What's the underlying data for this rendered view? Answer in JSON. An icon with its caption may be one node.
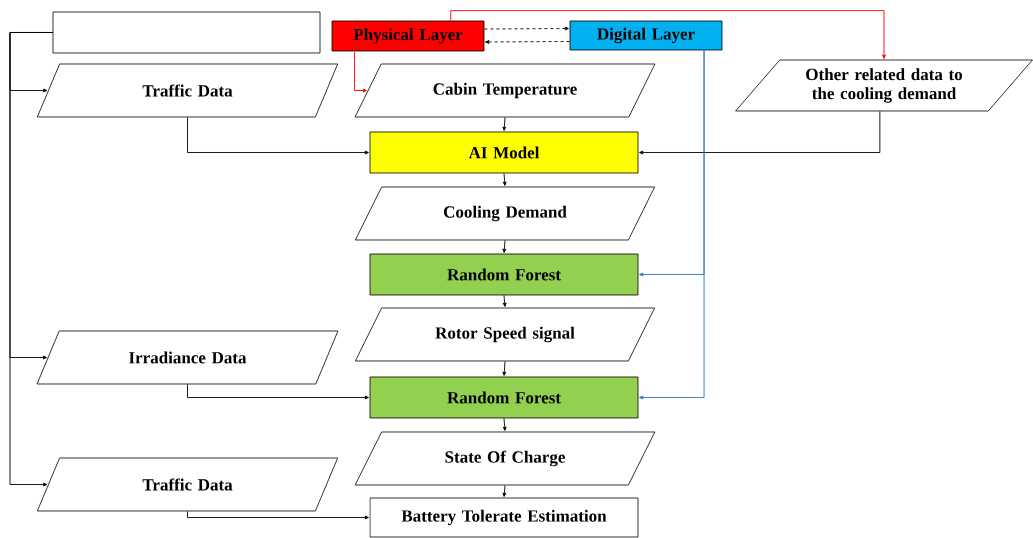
{
  "diagram": {
    "nodes": [
      {
        "text": [],
        "shape": "box"
      },
      {
        "text": [
          "Physical Layer"
        ]
      },
      {
        "text": [
          "Digital Layer"
        ]
      },
      {
        "text": [
          "Traffic Data"
        ]
      },
      {
        "text": [
          "Cabin Temperature"
        ]
      },
      {
        "text": [
          "Other related data to the cooling demand"
        ]
      },
      {
        "text": [
          "AI Model"
        ]
      },
      {
        "text": [
          "Cooling Demand"
        ]
      },
      {
        "text": [
          "Random Forest"
        ]
      },
      {
        "text": [
          "Rotor Speed signal"
        ]
      },
      {
        "text": [
          "Irradiance Data"
        ]
      },
      {
        "text": [
          "Random Forest"
        ]
      },
      {
        "text": [
          "State Of Charge"
        ]
      },
      {
        "text": [
          "Traffic Data"
        ]
      },
      {
        "text": [
          "Battery Tolerate Estimation"
        ]
      }
    ],
    "edges": [
      {
        "from": 0,
        "to": 3,
        "arrow": "to"
      },
      {
        "from": 0,
        "to": 10,
        "arrow": "to"
      },
      {
        "from": 0,
        "to": 13,
        "arrow": "to"
      },
      {
        "from": 1,
        "to": 2,
        "arrow": "to",
        "style": "dashed"
      },
      {
        "from": 2,
        "to": 1,
        "arrow": "to",
        "style": "dashed"
      },
      {
        "from": 1,
        "to": 4,
        "arrow": "to",
        "color": "#ff0000"
      },
      {
        "from": 1,
        "to": 5,
        "arrow": "to",
        "color": "#ff0000"
      },
      {
        "from": 4,
        "to": 6,
        "arrow": "to"
      },
      {
        "from": 3,
        "to": 6,
        "arrow": "to"
      },
      {
        "from": 5,
        "to": 6,
        "arrow": "to"
      },
      {
        "from": 6,
        "to": 7,
        "arrow": "to"
      },
      {
        "from": 7,
        "to": 8,
        "arrow": "to"
      },
      {
        "from": 2,
        "to": 8,
        "arrow": "to",
        "color": "#2e75b6"
      },
      {
        "from": 8,
        "to": 9,
        "arrow": "to"
      },
      {
        "from": 9,
        "to": 11,
        "arrow": "to"
      },
      {
        "from": 10,
        "to": 11,
        "arrow": "to"
      },
      {
        "from": 2,
        "to": 11,
        "arrow": "to",
        "color": "#2e75b6"
      },
      {
        "from": 11,
        "to": 12,
        "arrow": "to"
      },
      {
        "from": 12,
        "to": 14,
        "arrow": "to"
      },
      {
        "from": 13,
        "to": 14,
        "arrow": "to"
      }
    ]
  }
}
